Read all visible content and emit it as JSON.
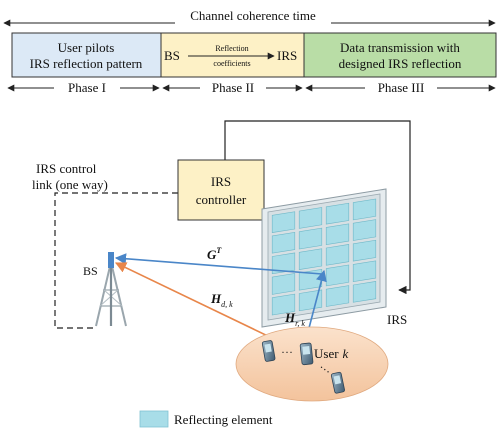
{
  "timeline": {
    "title": "Channel coherence time",
    "segments": [
      {
        "line1": "User pilots",
        "line2": "IRS reflection pattern",
        "fill": "#dce9f6"
      },
      {
        "left": "BS",
        "right": "IRS",
        "arrow_top": "Reflection",
        "arrow_bottom": "coefficients",
        "fill": "#fdf1c6"
      },
      {
        "line1": "Data transmission with",
        "line2": "designed IRS reflection",
        "fill": "#b9dda6"
      }
    ],
    "phases": [
      "Phase I",
      "Phase II",
      "Phase III"
    ]
  },
  "diagram": {
    "control_link_label": [
      "IRS control",
      "link (one way)"
    ],
    "controller_label": [
      "IRS",
      "controller"
    ],
    "bs_label": "BS",
    "irs_label": "IRS",
    "channel_g": "G",
    "channel_g_sup": "T",
    "channel_hd": "H",
    "channel_hd_sub": "d, k",
    "channel_hr": "H",
    "channel_hr_sub": "r, k",
    "user_label": "User",
    "user_index": "k",
    "ellipsis": "···",
    "legend_label": "Reflecting element",
    "colors": {
      "controller_fill": "#fdf1c6",
      "irs_element": "#a8dde8",
      "irs_panel": "#d7e0e4",
      "blue_link": "#4a86c8",
      "orange_link": "#e8864a",
      "user_ellipse": "#f7d2b4"
    }
  }
}
